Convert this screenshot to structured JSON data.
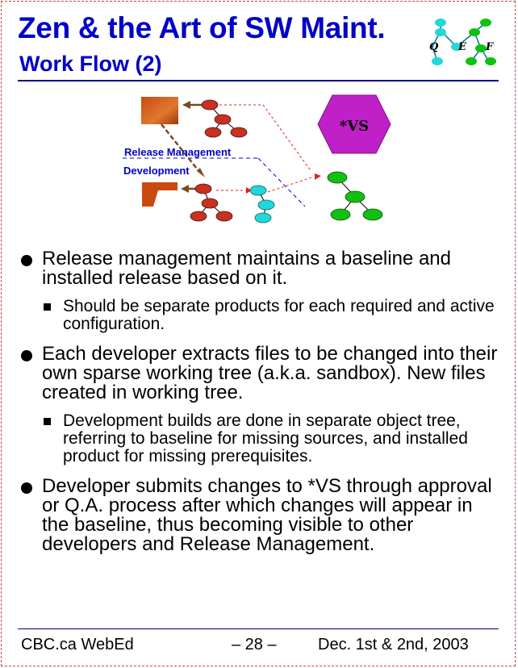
{
  "slide": {
    "title": "Zen & the Art of SW Maint.",
    "subtitle": "Work Flow (2)"
  },
  "logo": {
    "icon": "qef-tree-logo-icon",
    "letters": [
      "Q",
      "E",
      "F"
    ]
  },
  "diagram": {
    "vs_label": "*VS",
    "release_label": "Release Management",
    "development_label": "Development",
    "colors": {
      "release_nodes": "#c83020",
      "sandbox_nodes": "#20d8d8",
      "baseline_nodes": "#10c010",
      "vs_hexagon": "#c020c8",
      "lanes": "#0000c8"
    }
  },
  "bullets": [
    {
      "text": "Release management maintains a baseline and installed release based on it.",
      "sub": [
        "Should be separate products for each required and active configuration."
      ]
    },
    {
      "text": "Each developer extracts files to be changed into their own sparse working tree (a.k.a. sandbox). New files created in working tree.",
      "sub": [
        "Development builds are done in separate object tree, referring to baseline for missing sources, and installed product for missing prerequisites."
      ]
    },
    {
      "text": "Developer submits changes to *VS through approval or Q.A. process after which changes will appear in the baseline, thus becoming visible to other developers and Release Management.",
      "sub": []
    }
  ],
  "footer": {
    "left": "CBC.ca WebEd",
    "center": "– 28 –",
    "right": "Dec. 1st & 2nd, 2003"
  }
}
